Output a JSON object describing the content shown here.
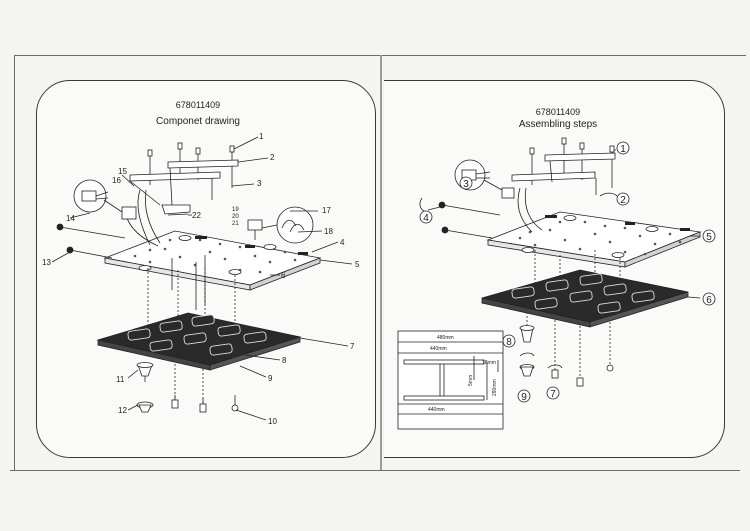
{
  "left_panel": {
    "code": "678011409",
    "title": "Componet drawing",
    "callouts": [
      "1",
      "2",
      "3",
      "4",
      "5",
      "6",
      "7",
      "8",
      "9",
      "10",
      "11",
      "12",
      "13",
      "14",
      "15",
      "16",
      "17",
      "18",
      "19",
      "20",
      "21",
      "22"
    ]
  },
  "right_panel": {
    "code": "678011409",
    "title": "Assembling steps",
    "steps": [
      "1",
      "2",
      "3",
      "4",
      "5",
      "6",
      "7",
      "8",
      "9"
    ]
  },
  "dimensions": {
    "top_width": "480mm",
    "inner_width_top": "440mm",
    "inner_width_bottom": "440mm",
    "right_gap": "18mm",
    "small_gap": "5mm",
    "height": "290mm"
  }
}
